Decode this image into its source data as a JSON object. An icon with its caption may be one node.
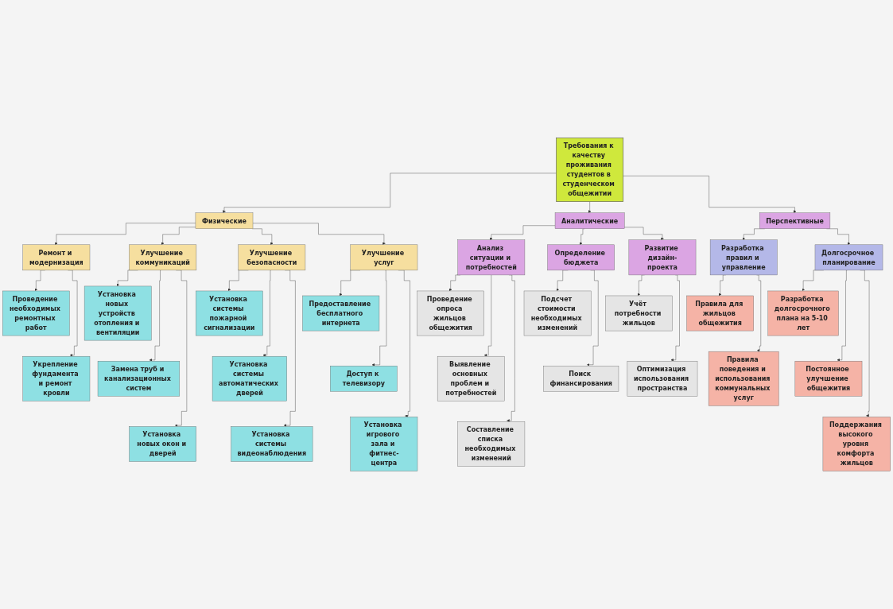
{
  "diagram": {
    "nodes": [
      {
        "text": [
          "Требования к качеству проживания студентов в студенческом общежитии"
        ]
      },
      {
        "text": [
          "Физические"
        ]
      },
      {
        "text": [
          "Ремонт и модернизация"
        ]
      },
      {
        "text": [
          "Проведение необходимых ремонтных работ"
        ]
      },
      {
        "text": [
          "Укрепление фундамента и ремонт кровли"
        ]
      },
      {
        "text": [
          "Улучшение коммуникаций"
        ]
      },
      {
        "text": [
          "Установка новых устройств отопления и вентиляции"
        ]
      },
      {
        "text": [
          "Замена труб и канализационных систем"
        ]
      },
      {
        "text": [
          "Установка новых окон и дверей"
        ]
      },
      {
        "text": [
          "Улучшение безопасности"
        ]
      },
      {
        "text": [
          "Установка системы пожарной сигнализации"
        ]
      },
      {
        "text": [
          "Установка системы автоматических дверей"
        ]
      },
      {
        "text": [
          "Установка системы видеонаблюдения"
        ]
      },
      {
        "text": [
          "Улучшение услуг"
        ]
      },
      {
        "text": [
          "Предоставление бесплатного интернета"
        ]
      },
      {
        "text": [
          "Доступ к телевизору"
        ]
      },
      {
        "text": [
          "Установка игрового зала и фитнес-центра"
        ]
      },
      {
        "text": [
          "Аналитические"
        ]
      },
      {
        "text": [
          "Анализ ситуации и потребностей"
        ]
      },
      {
        "text": [
          "Проведение опроса жильцов общежития"
        ]
      },
      {
        "text": [
          "Выявление основных проблем и потребностей"
        ]
      },
      {
        "text": [
          "Составление списка необходимых изменений"
        ]
      },
      {
        "text": [
          "Определение бюджета"
        ]
      },
      {
        "text": [
          "Подсчет стоимости необходимых изменений"
        ]
      },
      {
        "text": [
          "Поиск финансирования"
        ]
      },
      {
        "text": [
          "Развитие дизайн-проекта"
        ]
      },
      {
        "text": [
          "Учёт потребности жильцов"
        ]
      },
      {
        "text": [
          "Оптимизация использования пространства"
        ]
      },
      {
        "text": [
          "Перспективные"
        ]
      },
      {
        "text": [
          "Разработка правил и управление"
        ]
      },
      {
        "text": [
          "Правила для жильцов общежития"
        ]
      },
      {
        "text": [
          "Правила поведения и использования коммунальных услуг"
        ]
      },
      {
        "text": [
          "Долгосрочное планирование"
        ]
      },
      {
        "text": [
          "Разработка долгосрочного плана на 5-10 лет"
        ]
      },
      {
        "text": [
          "Постоянное улучшение общежития"
        ]
      },
      {
        "text": [
          "Поддержания высокого уровня комфорта жильцов"
        ]
      }
    ],
    "edges": [
      {
        "from": 0,
        "to": 1,
        "arrow": "to"
      },
      {
        "from": 0,
        "to": 17,
        "arrow": "to"
      },
      {
        "from": 0,
        "to": 28,
        "arrow": "to"
      },
      {
        "from": 1,
        "to": 2,
        "arrow": "to"
      },
      {
        "from": 1,
        "to": 5,
        "arrow": "to"
      },
      {
        "from": 1,
        "to": 9,
        "arrow": "to"
      },
      {
        "from": 1,
        "to": 13,
        "arrow": "to"
      },
      {
        "from": 2,
        "to": 3,
        "arrow": "to"
      },
      {
        "from": 2,
        "to": 4,
        "arrow": "to"
      },
      {
        "from": 5,
        "to": 6,
        "arrow": "to"
      },
      {
        "from": 5,
        "to": 7,
        "arrow": "to"
      },
      {
        "from": 5,
        "to": 8,
        "arrow": "to"
      },
      {
        "from": 9,
        "to": 10,
        "arrow": "to"
      },
      {
        "from": 9,
        "to": 11,
        "arrow": "to"
      },
      {
        "from": 9,
        "to": 12,
        "arrow": "to"
      },
      {
        "from": 13,
        "to": 14,
        "arrow": "to"
      },
      {
        "from": 13,
        "to": 15,
        "arrow": "to"
      },
      {
        "from": 13,
        "to": 16,
        "arrow": "to"
      },
      {
        "from": 17,
        "to": 18,
        "arrow": "to"
      },
      {
        "from": 17,
        "to": 22,
        "arrow": "to"
      },
      {
        "from": 17,
        "to": 25,
        "arrow": "to"
      },
      {
        "from": 18,
        "to": 19,
        "arrow": "to"
      },
      {
        "from": 18,
        "to": 20,
        "arrow": "to"
      },
      {
        "from": 18,
        "to": 21,
        "arrow": "to"
      },
      {
        "from": 22,
        "to": 23,
        "arrow": "to"
      },
      {
        "from": 22,
        "to": 24,
        "arrow": "to"
      },
      {
        "from": 25,
        "to": 26,
        "arrow": "to"
      },
      {
        "from": 25,
        "to": 27,
        "arrow": "to"
      },
      {
        "from": 28,
        "to": 29,
        "arrow": "to"
      },
      {
        "from": 28,
        "to": 32,
        "arrow": "to"
      },
      {
        "from": 29,
        "to": 30,
        "arrow": "to"
      },
      {
        "from": 29,
        "to": 31,
        "arrow": "to"
      },
      {
        "from": 32,
        "to": 33,
        "arrow": "to"
      },
      {
        "from": 32,
        "to": 34,
        "arrow": "to"
      },
      {
        "from": 32,
        "to": 35,
        "arrow": "to"
      }
    ]
  }
}
